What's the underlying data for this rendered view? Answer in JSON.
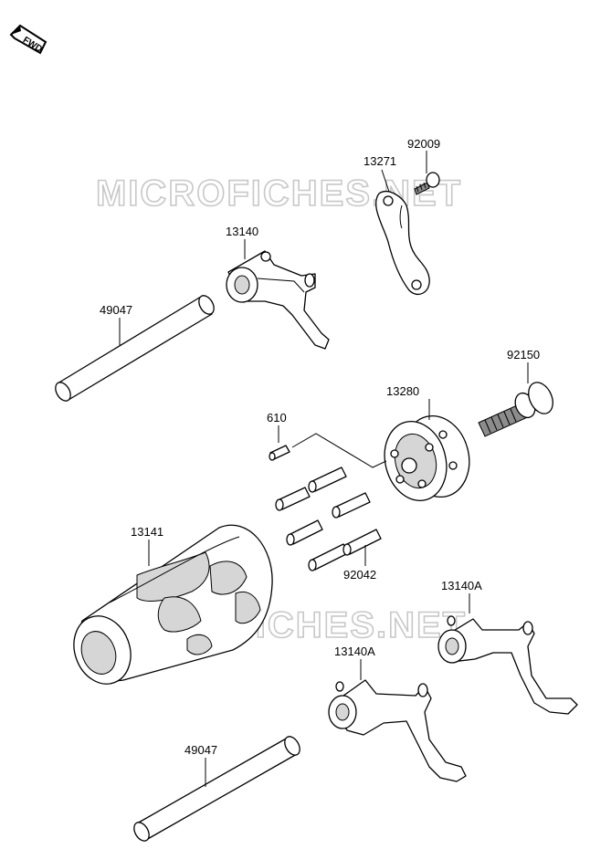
{
  "fwd_badge": "FWD",
  "watermark": "MICROFICHES.NET",
  "labels": {
    "p92009": "92009",
    "p13271": "13271",
    "p13140": "13140",
    "p49047_top": "49047",
    "p92150": "92150",
    "p13280": "13280",
    "p610": "610",
    "p13141": "13141",
    "p92042": "92042",
    "p13140A_right": "13140A",
    "p13140A_left": "13140A",
    "p49047_bottom": "49047"
  }
}
